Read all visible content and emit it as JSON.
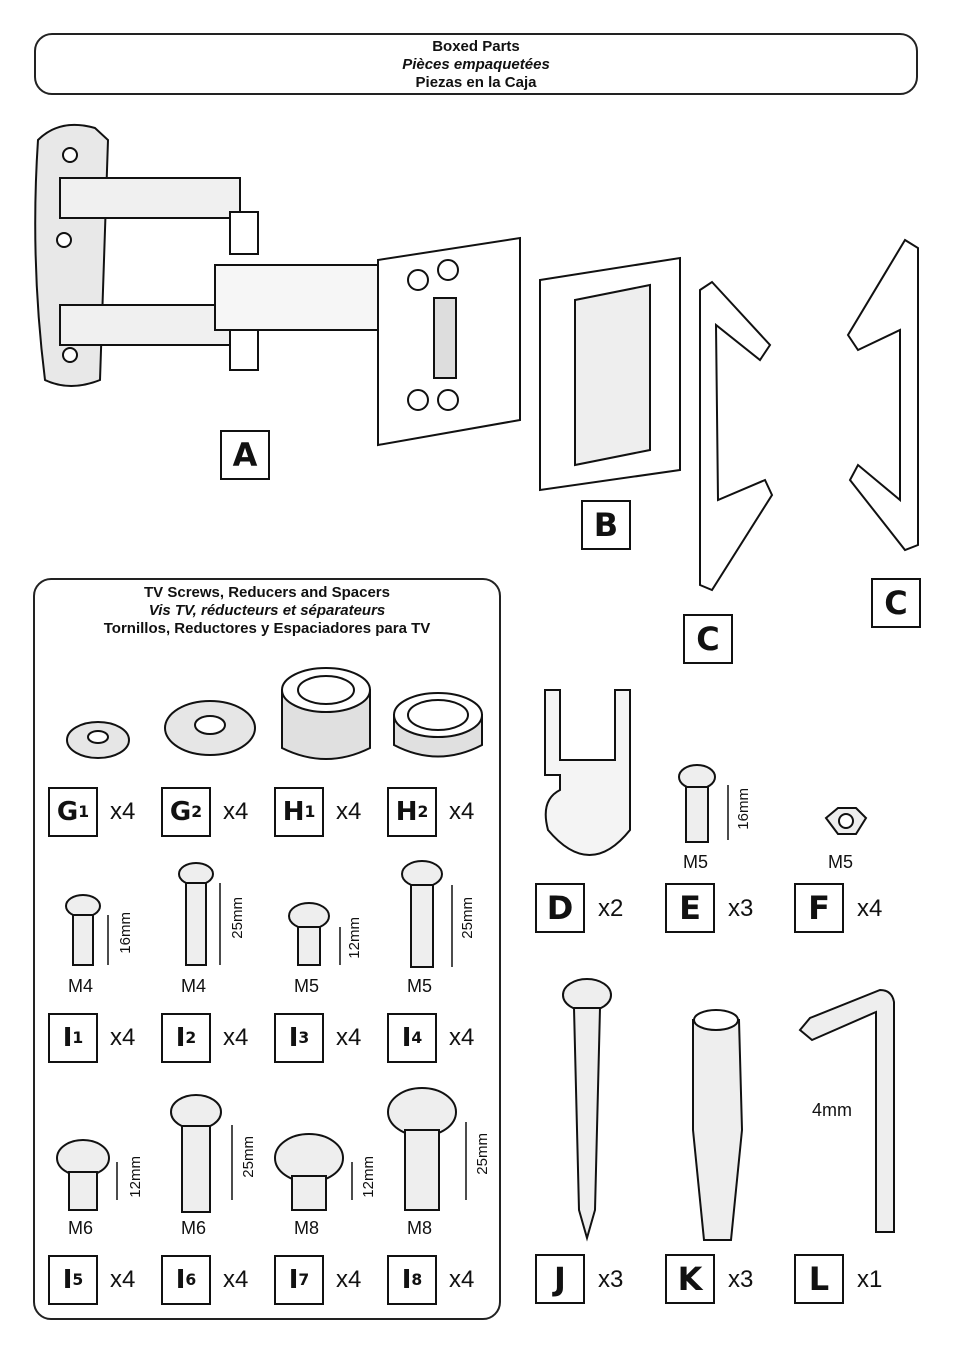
{
  "header": {
    "line1": "Boxed Parts",
    "line2": "Pièces empaquetées",
    "line3": "Piezas en la Caja"
  },
  "parts_large": {
    "a": "A",
    "b": "B",
    "c1": "C",
    "c2": "C"
  },
  "panel": {
    "line1": "TV Screws, Reducers and Spacers",
    "line2": "Vis TV, réducteurs et séparateurs",
    "line3": "Tornillos, Reductores y Espaciadores para TV"
  },
  "spacers": [
    {
      "letter": "G",
      "sub": "1",
      "qty": "x4"
    },
    {
      "letter": "G",
      "sub": "2",
      "qty": "x4"
    },
    {
      "letter": "H",
      "sub": "1",
      "qty": "x4"
    },
    {
      "letter": "H",
      "sub": "2",
      "qty": "x4"
    }
  ],
  "screws_row1": [
    {
      "letter": "I",
      "sub": "1",
      "qty": "x4",
      "size": "M4",
      "length": "16mm"
    },
    {
      "letter": "I",
      "sub": "2",
      "qty": "x4",
      "size": "M4",
      "length": "25mm"
    },
    {
      "letter": "I",
      "sub": "3",
      "qty": "x4",
      "size": "M5",
      "length": "12mm"
    },
    {
      "letter": "I",
      "sub": "4",
      "qty": "x4",
      "size": "M5",
      "length": "25mm"
    }
  ],
  "screws_row2": [
    {
      "letter": "I",
      "sub": "5",
      "qty": "x4",
      "size": "M6",
      "length": "12mm"
    },
    {
      "letter": "I",
      "sub": "6",
      "qty": "x4",
      "size": "M6",
      "length": "25mm"
    },
    {
      "letter": "I",
      "sub": "7",
      "qty": "x4",
      "size": "M8",
      "length": "12mm"
    },
    {
      "letter": "I",
      "sub": "8",
      "qty": "x4",
      "size": "M8",
      "length": "25mm"
    }
  ],
  "hardware": {
    "d": {
      "letter": "D",
      "qty": "x2"
    },
    "e": {
      "letter": "E",
      "qty": "x3",
      "size": "M5",
      "length": "16mm"
    },
    "f": {
      "letter": "F",
      "qty": "x4",
      "size": "M5"
    },
    "j": {
      "letter": "J",
      "qty": "x3"
    },
    "k": {
      "letter": "K",
      "qty": "x3"
    },
    "l": {
      "letter": "L",
      "qty": "x1",
      "length": "4mm"
    }
  }
}
